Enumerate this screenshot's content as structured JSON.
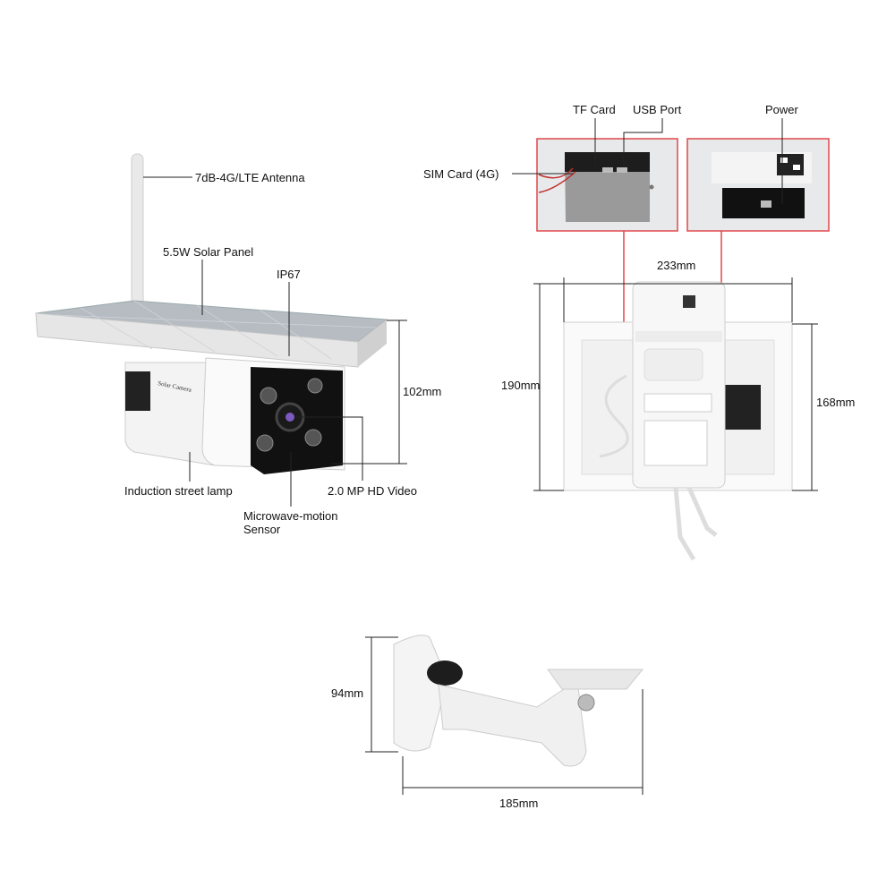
{
  "camera_callouts": {
    "antenna": "7dB-4G/LTE Antenna",
    "solar_panel": "5.5W Solar Panel",
    "ip_rating": "IP67",
    "height": "102mm",
    "street_lamp": "Induction street lamp",
    "video": "2.0 MP HD Video",
    "sensor_line1": "Microwave-motion",
    "sensor_line2": "Sensor",
    "body_print": "Solar Camera"
  },
  "ports_callouts": {
    "tf_card": "TF Card",
    "usb_port": "USB Port",
    "power": "Power",
    "sim_card": "SIM Card (4G)"
  },
  "panel_dimensions": {
    "width": "233mm",
    "height": "190mm",
    "inner_height": "168mm"
  },
  "bracket_dimensions": {
    "height": "94mm",
    "width": "185mm"
  },
  "colors": {
    "highlight": "#e0474c",
    "line": "#222222"
  }
}
